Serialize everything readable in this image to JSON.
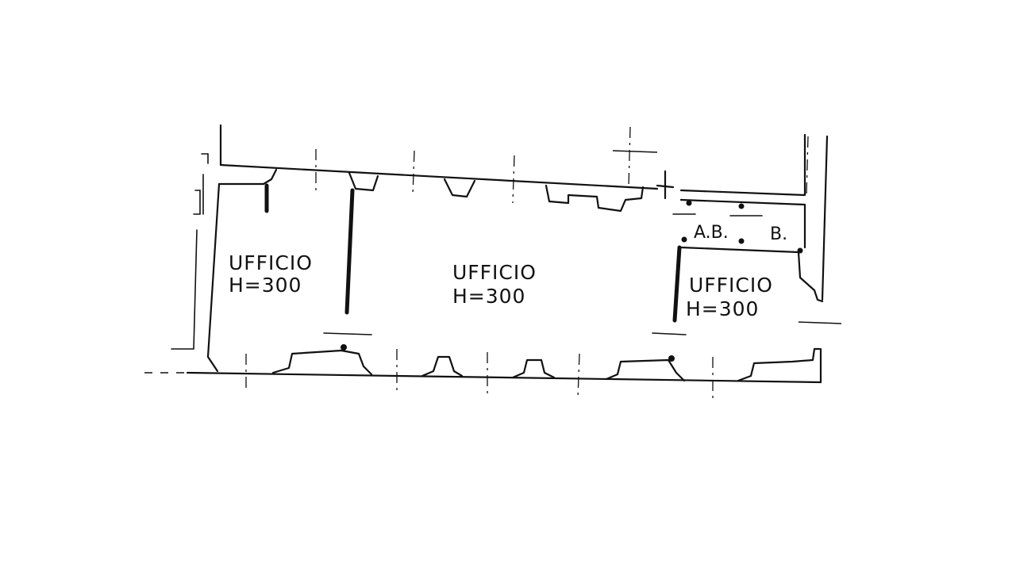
{
  "plan": {
    "rooms": [
      {
        "name": "UFFICIO",
        "height": "H=300"
      },
      {
        "name": "UFFICIO",
        "height": "H=300"
      },
      {
        "name": "UFFICIO",
        "height": "H=300"
      }
    ],
    "service_labels": [
      "A.B.",
      "B."
    ]
  }
}
